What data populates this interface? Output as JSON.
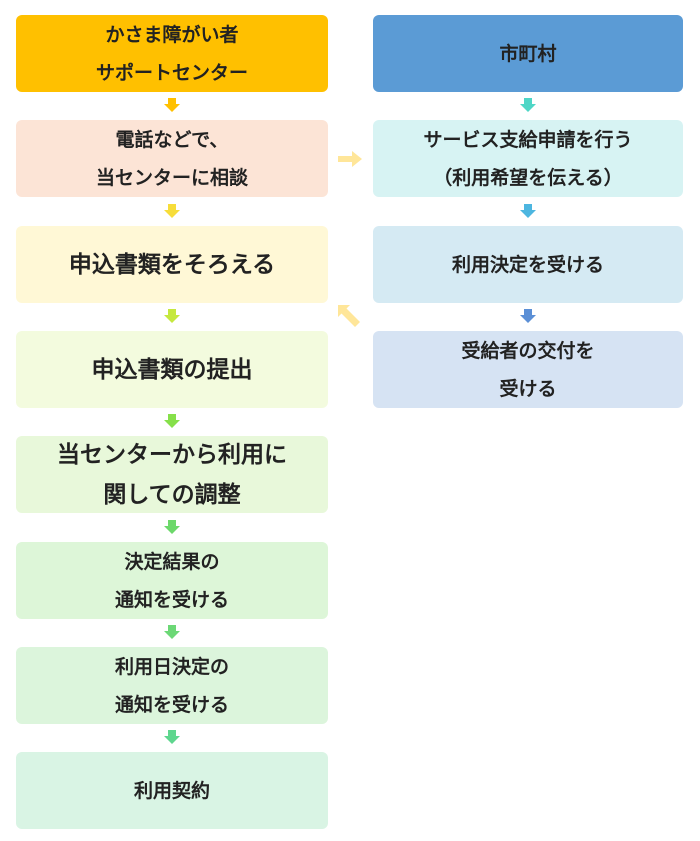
{
  "left_flow": [
    {
      "lines": [
        "かさま障がい者",
        "サポートセンター"
      ],
      "bg": "#FFC000"
    },
    {
      "lines": [
        "電話などで、",
        "当センターに相談"
      ],
      "bg": "#FCE4D6"
    },
    {
      "lines": [
        "申込書類をそろえる"
      ],
      "bg": "#FFF8D6"
    },
    {
      "lines": [
        "申込書類の提出"
      ],
      "bg": "#F3FBDE"
    },
    {
      "lines": [
        "当センターから利用に",
        "関しての調整"
      ],
      "bg": "#E8F8DA"
    },
    {
      "lines": [
        "決定結果の",
        "通知を受ける"
      ],
      "bg": "#DDF6D8"
    },
    {
      "lines": [
        "利用日決定の",
        "通知を受ける"
      ],
      "bg": "#DCF5DC"
    },
    {
      "lines": [
        "利用契約"
      ],
      "bg": "#D9F4E4"
    }
  ],
  "right_flow": [
    {
      "lines": [
        "市町村"
      ],
      "bg": "#5B9BD5"
    },
    {
      "lines": [
        "サービス支給申請を行う",
        "（利用希望を伝える）"
      ],
      "bg": "#D7F3F3"
    },
    {
      "lines": [
        "利用決定を受ける"
      ],
      "bg": "#D5EAF3"
    },
    {
      "lines": [
        "受給者の交付を",
        "受ける"
      ],
      "bg": "#D6E3F3"
    }
  ],
  "colors": {
    "left_arrows": [
      "#FFC000",
      "#F7DD3A",
      "#C5E83E",
      "#86E04A",
      "#6CD86A",
      "#6CD876",
      "#5ED68E"
    ],
    "right_arrows": [
      "#4ED6C6",
      "#4DB6E0",
      "#5B8FD6"
    ],
    "cross_arrow_to_right": "#FFE699",
    "cross_arrow_to_left": "#FFE699"
  }
}
